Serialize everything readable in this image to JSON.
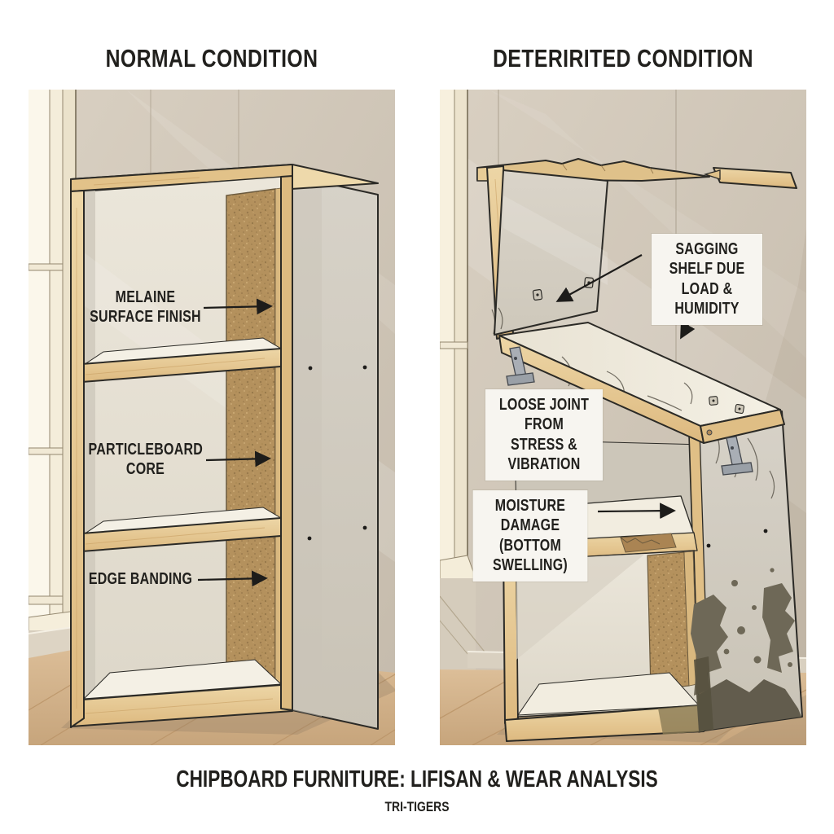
{
  "panels": {
    "left": {
      "title": "NORMAL CONDITION",
      "labels": {
        "melamine": "MELAINE\nSURFACE FINISH",
        "particleboard": "PARTICLEBOARD\nCORE",
        "edge_banding": "EDGE BANDING"
      }
    },
    "right": {
      "title": "DETERIRITED CONDITION",
      "labels": {
        "sagging_shelf": "SAGGING SHELF DUE\nLOAD & HUMIDITY",
        "loose_joint": "LOOSE JOINT FROM\nSTRESS & VIBRATION",
        "moisture_damage": "MOISTURE DAMAGE\n(BOTTOM SWELLING)"
      }
    }
  },
  "footer": {
    "caption": "CHIPBOARD FURNITURE: LIFISAN & WEAR ANALYSIS",
    "credit": "TRI-TIGERS"
  },
  "colors": {
    "page_bg": "#ffffff",
    "text": "#21201d",
    "ink": "#2b2a26",
    "wood": "#e4c48c",
    "particleboard": "#b4915d",
    "wall": "#cdc3b4",
    "panel_white": "#f2ede0",
    "side_panel": "#d2cdc2",
    "floor": "#d2b28c",
    "window_cream": "#f6efdd",
    "mold": "#6e6857",
    "label_box_bg": "#f7f5f0"
  }
}
